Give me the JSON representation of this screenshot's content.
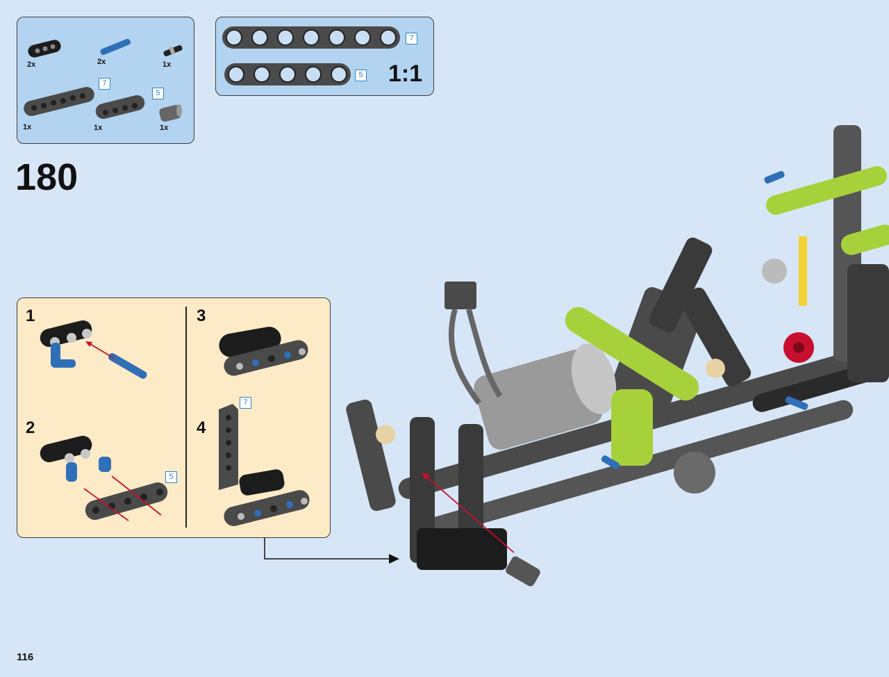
{
  "parts_list": {
    "items": [
      {
        "name": "3-hole beam",
        "qty": "2x"
      },
      {
        "name": "long blue pin",
        "qty": "2x"
      },
      {
        "name": "pin with stop",
        "qty": "1x"
      },
      {
        "name": "7-hole beam",
        "qty": "1x",
        "length": "7"
      },
      {
        "name": "5-hole beam",
        "qty": "1x",
        "length": "5"
      },
      {
        "name": "bush",
        "qty": "1x"
      }
    ]
  },
  "ruler": {
    "beam7_length": "7",
    "beam5_length": "5",
    "scale": "1:1"
  },
  "step": {
    "number": "180"
  },
  "subassembly": {
    "steps": [
      {
        "number": "1"
      },
      {
        "number": "2",
        "length": "5"
      },
      {
        "number": "3"
      },
      {
        "number": "4",
        "length": "7"
      }
    ]
  },
  "page_number": "116",
  "colors": {
    "background": "#d7e6f6",
    "callout": "#b3d4f1",
    "subassembly": "#fdebc7",
    "beam_dark": "#4a4a4a",
    "lime": "#a7d13b",
    "pin_blue": "#2f6fb8",
    "arrow_red": "#c8102e"
  }
}
